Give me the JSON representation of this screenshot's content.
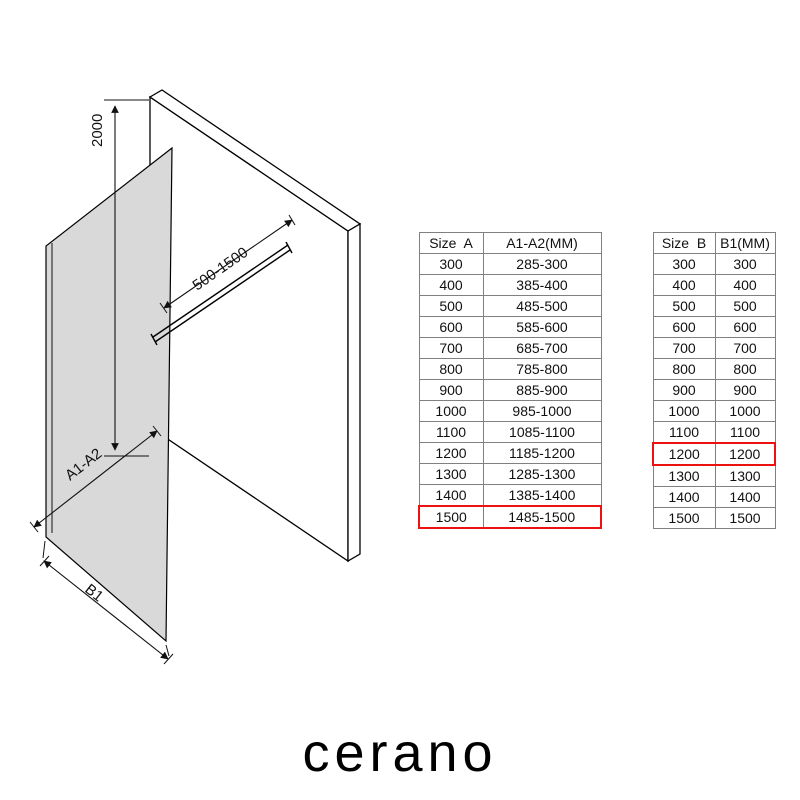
{
  "brand": {
    "logo_text": "cerano"
  },
  "diagram": {
    "labels": {
      "height": "2000",
      "bar_length_range": "500-1500",
      "glass_width": "A1-A2",
      "base_width": "B1"
    }
  },
  "table_a": {
    "headers": [
      "Size  A",
      "A1-A2(MM)"
    ],
    "rows": [
      [
        "300",
        "285-300"
      ],
      [
        "400",
        "385-400"
      ],
      [
        "500",
        "485-500"
      ],
      [
        "600",
        "585-600"
      ],
      [
        "700",
        "685-700"
      ],
      [
        "800",
        "785-800"
      ],
      [
        "900",
        "885-900"
      ],
      [
        "1000",
        "985-1000"
      ],
      [
        "1100",
        "1085-1100"
      ],
      [
        "1200",
        "1185-1200"
      ],
      [
        "1300",
        "1285-1300"
      ],
      [
        "1400",
        "1385-1400"
      ],
      [
        "1500",
        "1485-1500"
      ]
    ],
    "highlighted_row": 12
  },
  "table_b": {
    "headers": [
      "Size  B",
      "B1(MM)"
    ],
    "rows": [
      [
        "300",
        "300"
      ],
      [
        "400",
        "400"
      ],
      [
        "500",
        "500"
      ],
      [
        "600",
        "600"
      ],
      [
        "700",
        "700"
      ],
      [
        "800",
        "800"
      ],
      [
        "900",
        "900"
      ],
      [
        "1000",
        "1000"
      ],
      [
        "1100",
        "1100"
      ],
      [
        "1200",
        "1200"
      ],
      [
        "1300",
        "1300"
      ],
      [
        "1400",
        "1400"
      ],
      [
        "1500",
        "1500"
      ]
    ],
    "highlighted_row": 9
  },
  "colors": {
    "highlight": "#ee1111",
    "glass_fill": "#d9d9d9",
    "table_border": "#808080",
    "line": "#000000"
  }
}
